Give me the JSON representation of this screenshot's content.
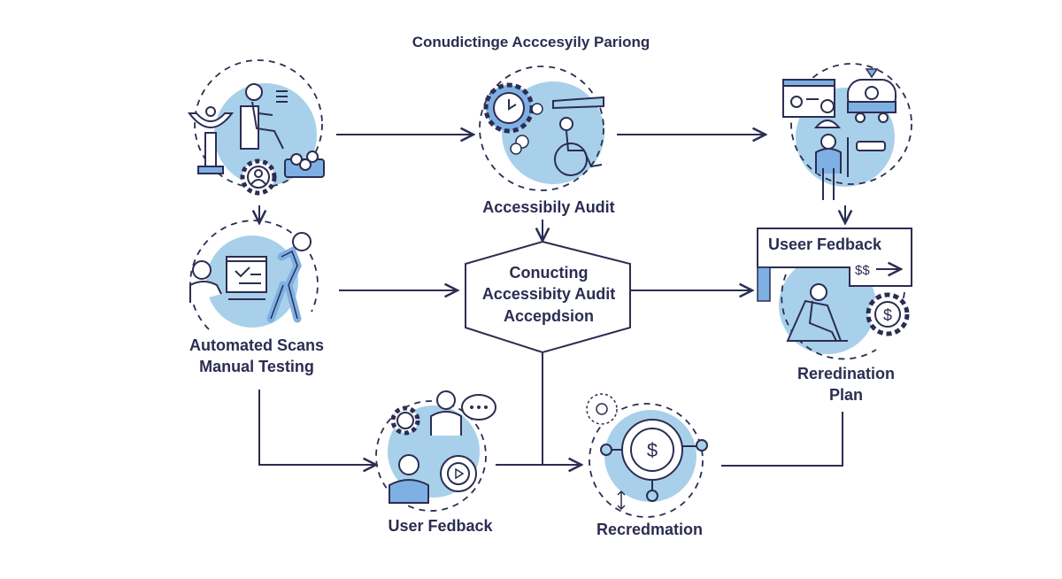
{
  "title": "Conudictinge Acccesyily Pariong",
  "colors": {
    "ink": "#2b2d52",
    "fill_light": "#a9d0ea",
    "fill_mid": "#7fb0e3",
    "background": "#ffffff"
  },
  "nodes": {
    "planning": {
      "label": "",
      "icon": "planning-team-icon"
    },
    "audit": {
      "label": "Accessibily Audit",
      "icon": "gear-clock-wheelchair-icon"
    },
    "testing_top_right": {
      "label": "",
      "icon": "presentation-user-icon"
    },
    "automated": {
      "label_line1": "Automated Scans",
      "label_line2": "Manual Testing",
      "icon": "checklist-walking-person-icon"
    },
    "hexagon": {
      "line1": "Conucting",
      "line2": "Accessibity Audit",
      "line3": "Accepdsion"
    },
    "user_feedback_box": {
      "title": "Useer Fedback",
      "symbol": "$$"
    },
    "remediation_plan": {
      "label_line1": "Reredination",
      "label_line2": "Plan",
      "icon": "seated-person-dollar-gear-icon"
    },
    "user_feedback": {
      "label": "User Fedback",
      "icon": "users-chat-icon"
    },
    "remediation": {
      "label": "Recredmation",
      "icon": "dollar-cycle-icon"
    }
  }
}
